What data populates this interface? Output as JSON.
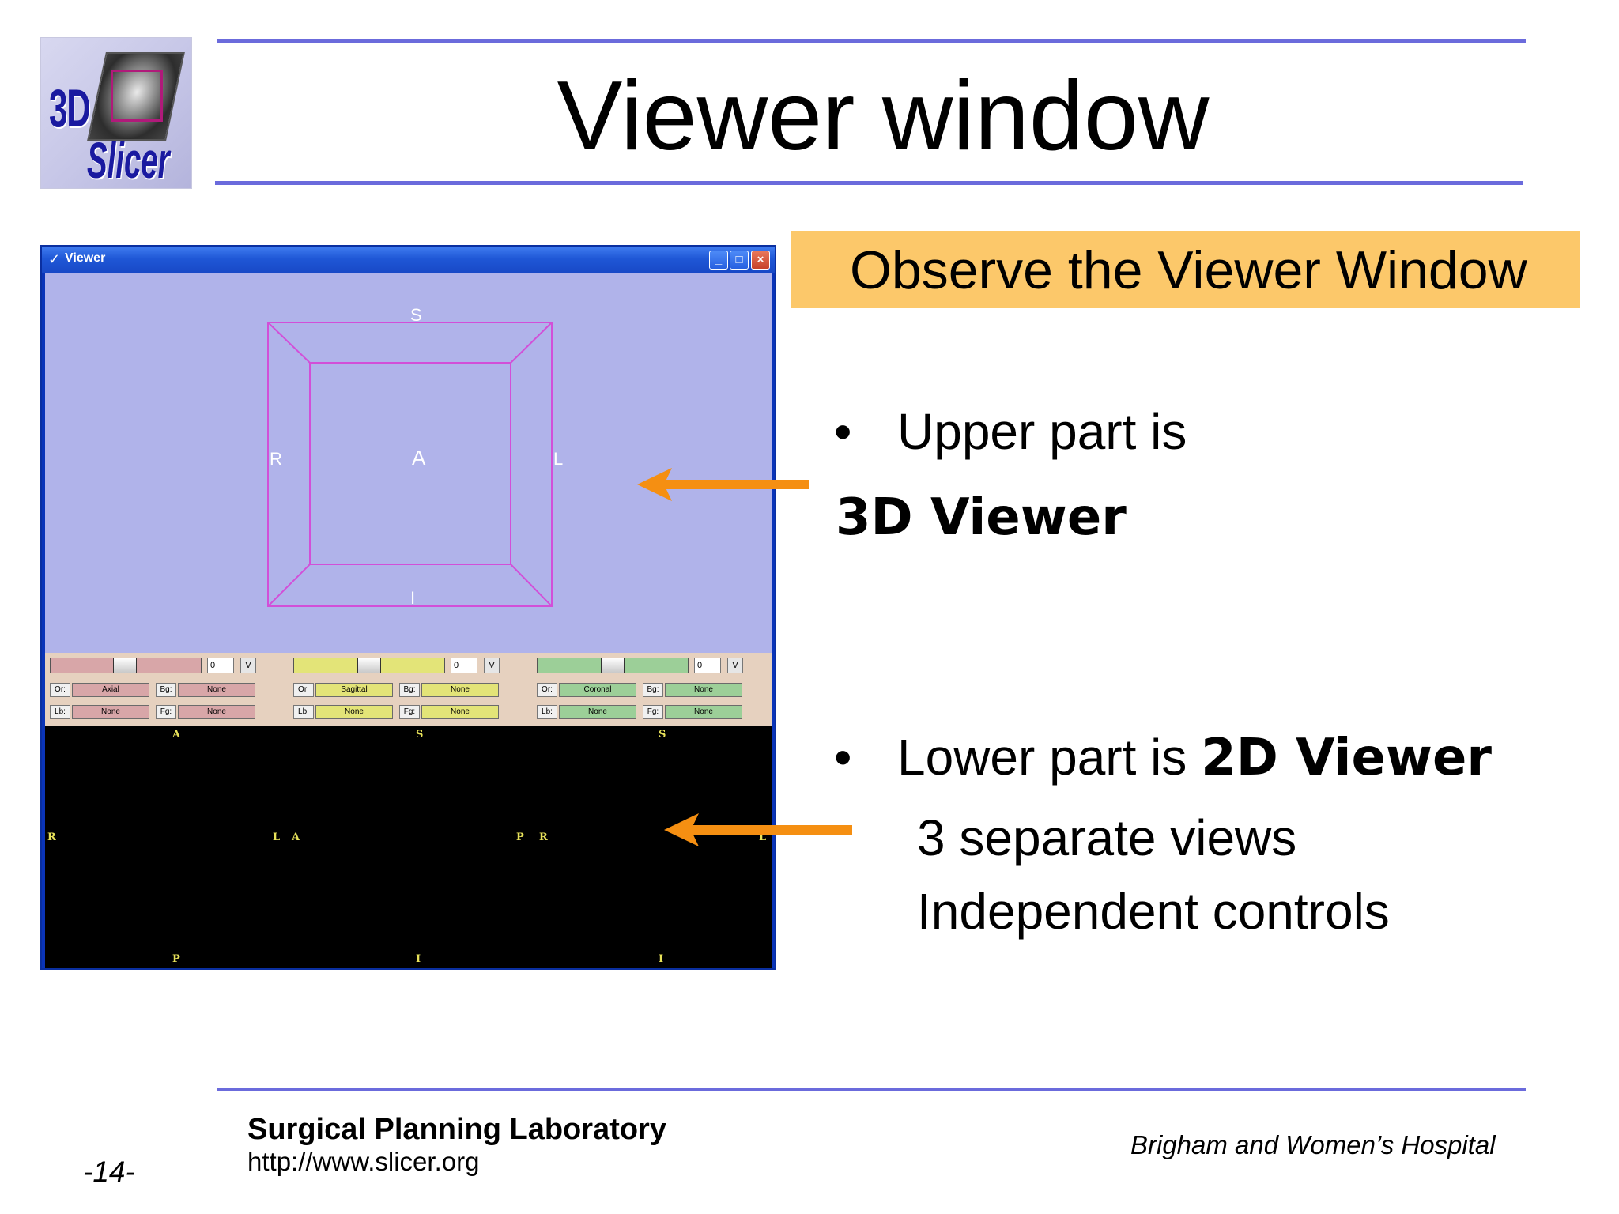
{
  "slide": {
    "title": "Viewer window",
    "callout": "Observe the Viewer Window",
    "bullet1_line1": "Upper part is",
    "bullet1_line2": "3D Viewer",
    "bullet2_prefix": "Lower part is ",
    "bullet2_bold": "2D Viewer",
    "bullet2_sub1": "3 separate views",
    "bullet2_sub2": "Independent controls",
    "bullet_char": "•"
  },
  "logo": {
    "text_3d": "3D",
    "text_slicer": "Slicer"
  },
  "footer": {
    "lab": "Surgical Planning Laboratory",
    "url": "http://www.slicer.org",
    "hospital": "Brigham and Women’s Hospital",
    "page": "-14-"
  },
  "window": {
    "title": "Viewer",
    "buttons": {
      "minimize": "_",
      "maximize": "□",
      "close": "×"
    }
  },
  "view3d": {
    "labels": {
      "top": "S",
      "left": "R",
      "center": "A",
      "right": "L",
      "bottom": "I"
    },
    "box_color": "#d24fd8",
    "bg_color": "#b0b3ea"
  },
  "controls": [
    {
      "color": "#d8a6a8",
      "slice_value": "0",
      "v_label": "V",
      "or_label": "Or:",
      "orientation": "Axial",
      "bg_label": "Bg:",
      "bg_value": "None",
      "lb_label": "Lb:",
      "lb_value": "None",
      "fg_label": "Fg:",
      "fg_value": "None"
    },
    {
      "color": "#e3e478",
      "slice_value": "0",
      "v_label": "V",
      "or_label": "Or:",
      "orientation": "Sagittal",
      "bg_label": "Bg:",
      "bg_value": "None",
      "lb_label": "Lb:",
      "lb_value": "None",
      "fg_label": "Fg:",
      "fg_value": "None"
    },
    {
      "color": "#9ccf98",
      "slice_value": "0",
      "v_label": "V",
      "or_label": "Or:",
      "orientation": "Coronal",
      "bg_label": "Bg:",
      "bg_value": "None",
      "lb_label": "Lb:",
      "lb_value": "None",
      "fg_label": "Fg:",
      "fg_value": "None"
    }
  ],
  "views2d": [
    {
      "top": "A",
      "left": "R",
      "right": "L",
      "bottom": "P"
    },
    {
      "top": "S",
      "left": "A",
      "right": "P",
      "bottom": "I"
    },
    {
      "top": "S",
      "left": "R",
      "right": "L",
      "bottom": "I"
    }
  ],
  "colors": {
    "rule": "#6b6bdc",
    "callout": "#fcc86a",
    "arrow": "#f58f12",
    "label_2d": "#e8e25a"
  }
}
